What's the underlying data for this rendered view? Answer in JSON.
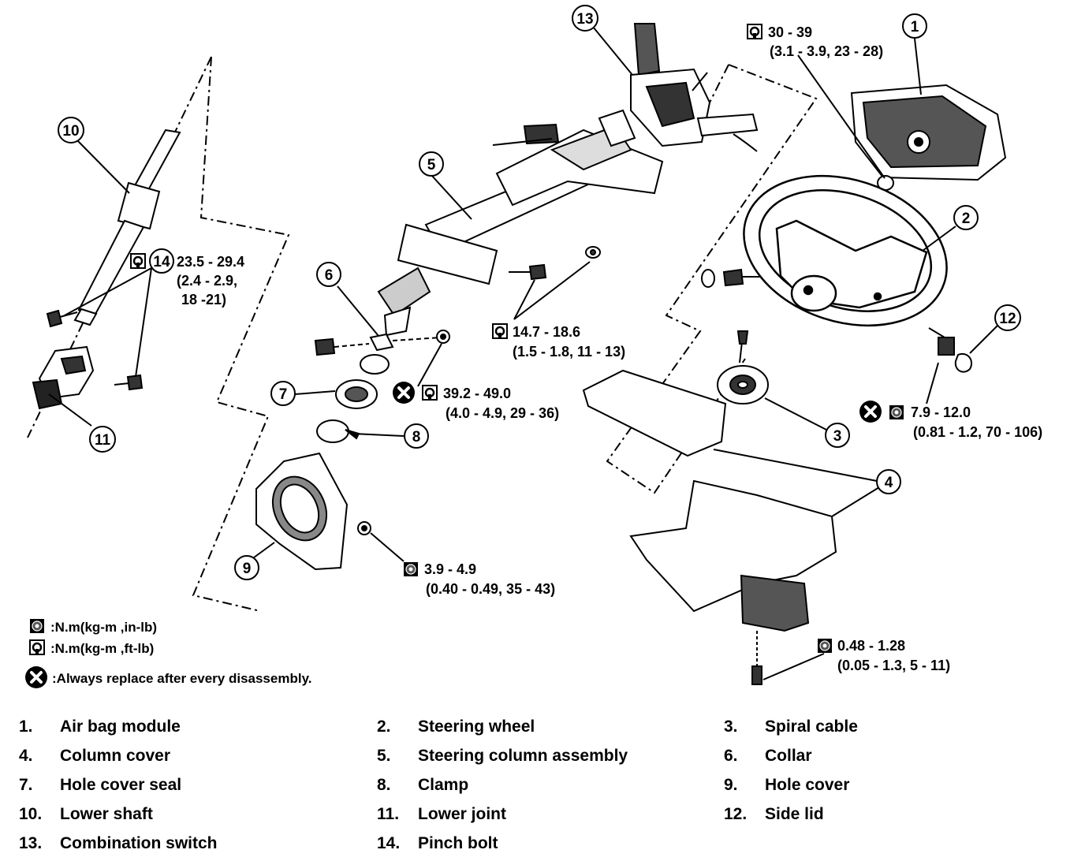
{
  "callouts": [
    "1",
    "2",
    "3",
    "4",
    "5",
    "6",
    "7",
    "8",
    "9",
    "10",
    "11",
    "12",
    "13",
    "14"
  ],
  "torque_specs": {
    "s1": {
      "line1": "30 - 39",
      "line2": "(3.1 - 3.9, 23 - 28)"
    },
    "s2": {
      "line1": "23.5 - 29.4",
      "line2": "(2.4 - 2.9,",
      "line3": "18 -21)"
    },
    "s3": {
      "line1": "14.7 - 18.6",
      "line2": "(1.5 - 1.8, 11 - 13)"
    },
    "s4": {
      "line1": "39.2 - 49.0",
      "line2": "(4.0 - 4.9, 29 - 36)"
    },
    "s5": {
      "line1": "7.9 - 12.0",
      "line2": "(0.81 - 1.2, 70 - 106)"
    },
    "s6": {
      "line1": "3.9 - 4.9",
      "line2": "(0.40 - 0.49, 35 - 43)"
    },
    "s7": {
      "line1": "0.48 - 1.28",
      "line2": "(0.05 - 1.3, 5 - 11)"
    }
  },
  "legend": {
    "in_lb": ":N.m(kg-m ,in-lb)",
    "ft_lb": ":N.m(kg-m ,ft-lb)",
    "replace": ":Always replace after every disassembly."
  },
  "parts": [
    {
      "num": "1.",
      "name": "Air bag module"
    },
    {
      "num": "2.",
      "name": "Steering wheel"
    },
    {
      "num": "3.",
      "name": "Spiral cable"
    },
    {
      "num": "4.",
      "name": "Column cover"
    },
    {
      "num": "5.",
      "name": "Steering column assembly"
    },
    {
      "num": "6.",
      "name": "Collar"
    },
    {
      "num": "7.",
      "name": "Hole cover seal"
    },
    {
      "num": "8.",
      "name": "Clamp"
    },
    {
      "num": "9.",
      "name": "Hole cover"
    },
    {
      "num": "10.",
      "name": "Lower shaft"
    },
    {
      "num": "11.",
      "name": "Lower joint"
    },
    {
      "num": "12.",
      "name": "Side lid"
    },
    {
      "num": "13.",
      "name": "Combination switch"
    },
    {
      "num": "14.",
      "name": "Pinch bolt"
    }
  ]
}
